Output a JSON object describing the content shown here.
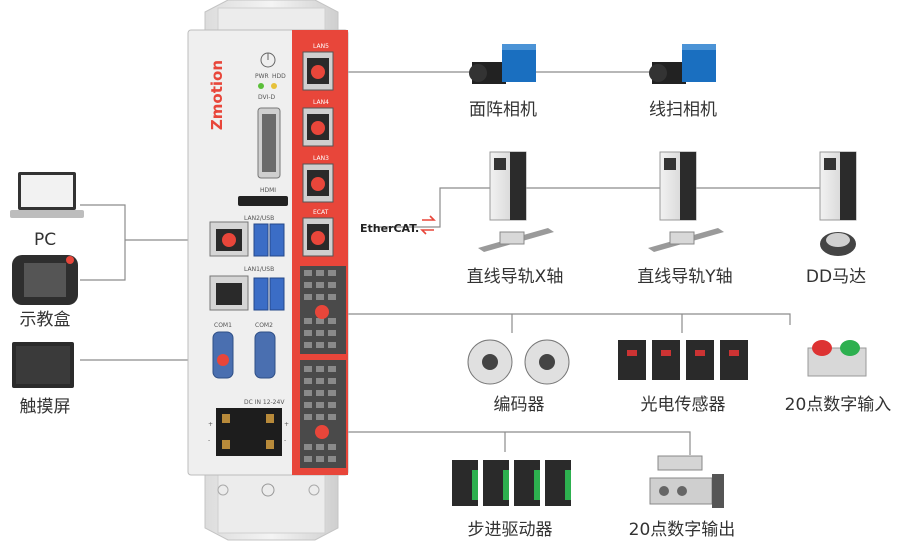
{
  "controller": {
    "brand": "Zmotion",
    "port_labels": [
      "LAN5",
      "LAN4",
      "LAN3",
      "ECAT",
      "LAN2/USB",
      "LAN1/USB",
      "COM1",
      "COM2",
      "DC IN 12-24V",
      "DVI-D",
      "HDMI",
      "PWR",
      "HDD"
    ],
    "power_polarity": [
      "+",
      "-",
      "+",
      "-"
    ]
  },
  "ethercat_logo": "EtherCAT.",
  "devices": {
    "area_camera": "面阵相机",
    "line_camera": "线扫相机",
    "linear_x": "直线导轨X轴",
    "linear_y": "直线导轨Y轴",
    "dd_motor": "DD马达",
    "encoder": "编码器",
    "photo_sensor": "光电传感器",
    "digital_input": "20点数字输入",
    "stepper_driver": "步进驱动器",
    "digital_output": "20点数字输出",
    "pc": "PC",
    "teach_pendant": "示教盒",
    "touch_screen": "触摸屏"
  },
  "colors": {
    "accent": "#e8463a",
    "panel": "#e9e9e9",
    "line": "#8c8c8c",
    "camera_blue": "#1a6fc0",
    "green": "#2db04f"
  }
}
